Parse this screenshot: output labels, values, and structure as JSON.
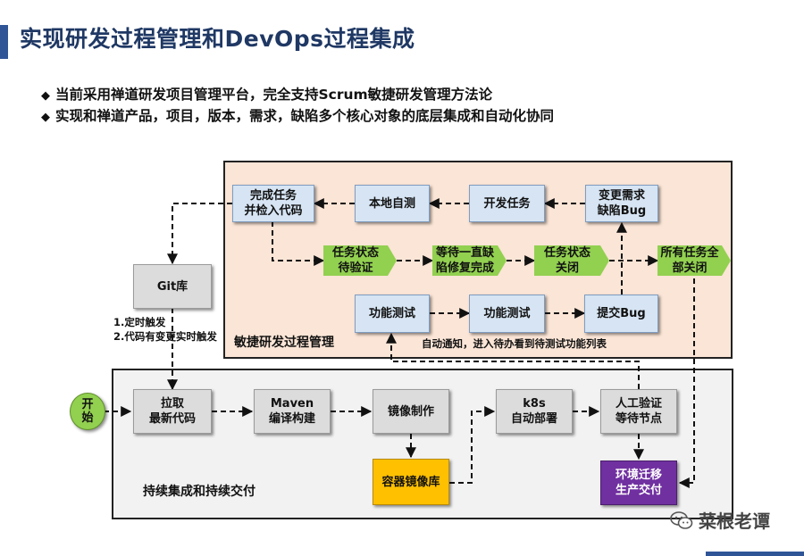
{
  "title": "实现研发过程管理和DevOps过程集成",
  "bullets": [
    "当前采用禅道研发项目管理平台，完全支持Scrum敏捷研发管理方法论",
    "实现和禅道产品，项目，版本，需求，缺陷多个核心对象的底层集成和自动化协同"
  ],
  "bullet_glyph": "◆",
  "panels": {
    "agile_label": "敏捷研发过程管理",
    "cicd_label": "持续集成和持续交付"
  },
  "agile": {
    "commit": [
      "完成任务",
      "并检入代码"
    ],
    "selftest": "本地自测",
    "devtask": "开发任务",
    "change": [
      "变更需求",
      "缺陷Bug"
    ],
    "verify": [
      "任务状态",
      "待验证"
    ],
    "waitfix": [
      "等待一直缺",
      "陷修复完成"
    ],
    "closed": [
      "任务状态",
      "关闭"
    ],
    "allclosed": [
      "所有任务全",
      "部关闭"
    ],
    "functest1": "功能测试",
    "functest2": "功能测试",
    "submitbug": "提交Bug",
    "auto_notify": "自动通知，进入待办看到待测试功能列表"
  },
  "git": {
    "label": "Git库",
    "trigger1": "1.定时触发",
    "trigger2": "2.代码有变更实时触发"
  },
  "cicd": {
    "start": [
      "开",
      "始"
    ],
    "pull": [
      "拉取",
      "最新代码"
    ],
    "maven": [
      "Maven",
      "编译构建"
    ],
    "image": "镜像制作",
    "registry": "容器镜像库",
    "k8s": [
      "k8s",
      "自动部署"
    ],
    "manual": [
      "人工验证",
      "等待节点"
    ],
    "migrate": [
      "环境迁移",
      "生产交付"
    ]
  },
  "watermark": "菜根老谭",
  "colors": {
    "title": "#1f3864",
    "accent": "#2f5597",
    "agile_bg": "#fbe5d6",
    "cicd_bg": "#f2f2f2",
    "box_blue": "#d6e4f3",
    "chevron_green": "#92d050",
    "registry": "#ffc000",
    "migrate": "#7030a0"
  }
}
